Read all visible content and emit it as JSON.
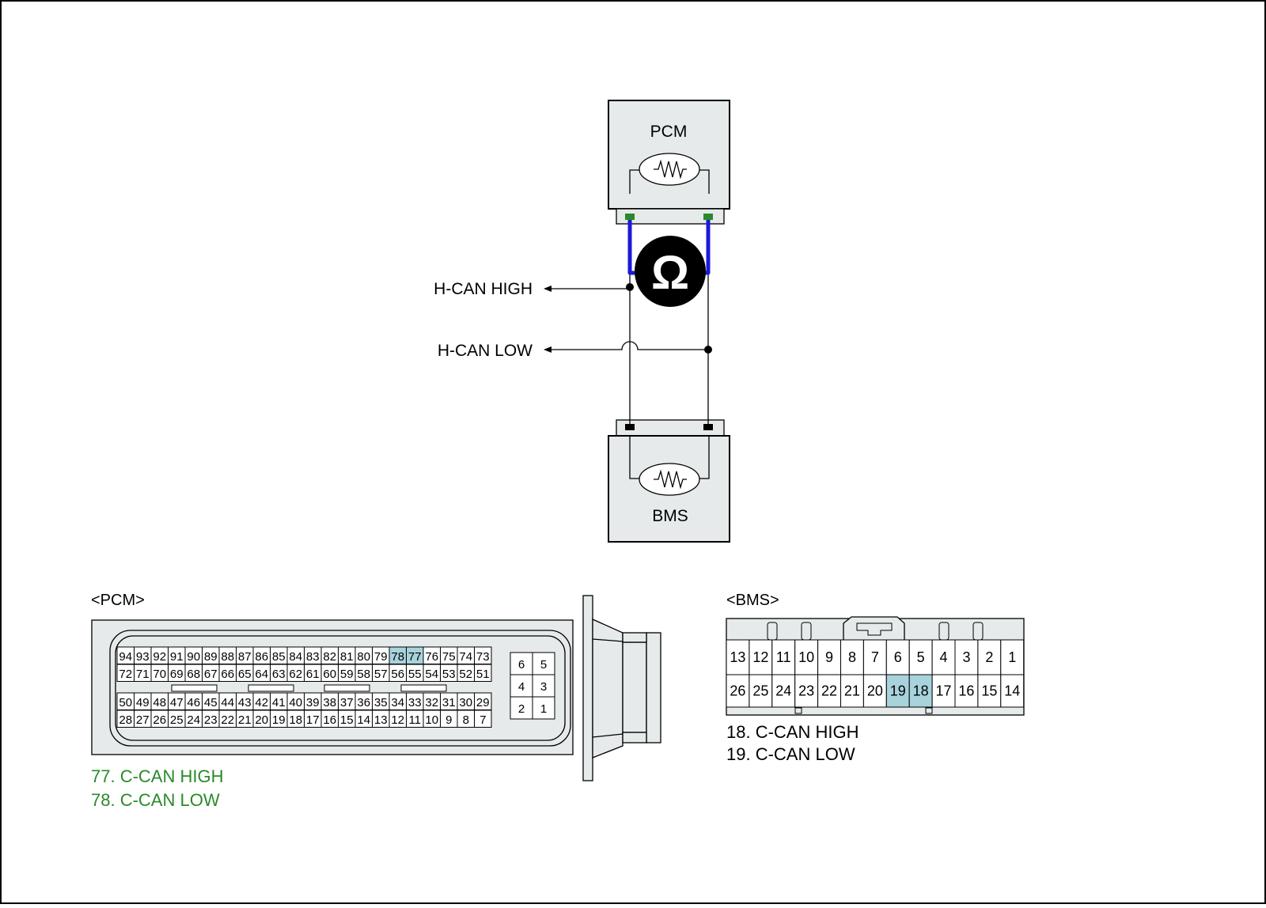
{
  "colors": {
    "module_fill": "#e6eaeb",
    "wire_highlight": "#1a1adb",
    "terminal_top": "#2a8a2a",
    "terminal_bottom": "#000000",
    "pin_highlight": "#a9d3dc",
    "legend_pcm": "#2a8a2a",
    "legend_bms": "#000000"
  },
  "modules": {
    "top_label": "PCM",
    "bottom_label": "BMS",
    "meter_symbol": "Ω",
    "meter_icon": "ohmmeter-icon",
    "resistor_icon": "resistor-icon"
  },
  "signals": {
    "high": "H-CAN HIGH",
    "low": "H-CAN LOW"
  },
  "pcm_connector": {
    "title": "<PCM>",
    "rows": [
      [
        "94",
        "93",
        "92",
        "91",
        "90",
        "89",
        "88",
        "87",
        "86",
        "85",
        "84",
        "83",
        "82",
        "81",
        "80",
        "79",
        "78",
        "77",
        "76",
        "75",
        "74",
        "73"
      ],
      [
        "72",
        "71",
        "70",
        "69",
        "68",
        "67",
        "66",
        "65",
        "64",
        "63",
        "62",
        "61",
        "60",
        "59",
        "58",
        "57",
        "56",
        "55",
        "54",
        "53",
        "52",
        "51"
      ],
      [
        "50",
        "49",
        "48",
        "47",
        "46",
        "45",
        "44",
        "43",
        "42",
        "41",
        "40",
        "39",
        "38",
        "37",
        "36",
        "35",
        "34",
        "33",
        "32",
        "31",
        "30",
        "29"
      ],
      [
        "28",
        "27",
        "26",
        "25",
        "24",
        "23",
        "22",
        "21",
        "20",
        "19",
        "18",
        "17",
        "16",
        "15",
        "14",
        "13",
        "12",
        "11",
        "10",
        "9",
        "8",
        "7"
      ]
    ],
    "side_block": [
      [
        "6",
        "5"
      ],
      [
        "4",
        "3"
      ],
      [
        "2",
        "1"
      ]
    ],
    "highlight_pins": [
      "78",
      "77"
    ],
    "legend": [
      "77. C-CAN HIGH",
      "78. C-CAN LOW"
    ]
  },
  "bms_connector": {
    "title": "<BMS>",
    "rows": [
      [
        "13",
        "12",
        "11",
        "10",
        "9",
        "8",
        "7",
        "6",
        "5",
        "4",
        "3",
        "2",
        "1"
      ],
      [
        "26",
        "25",
        "24",
        "23",
        "22",
        "21",
        "20",
        "19",
        "18",
        "17",
        "16",
        "15",
        "14"
      ]
    ],
    "highlight_pins": [
      "19",
      "18"
    ],
    "legend": [
      "18. C-CAN HIGH",
      "19. C-CAN LOW"
    ]
  }
}
